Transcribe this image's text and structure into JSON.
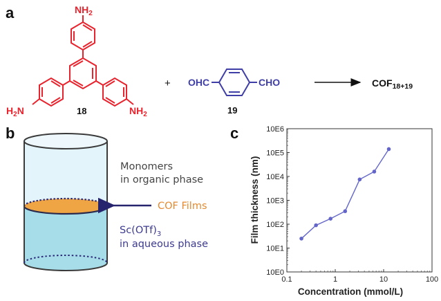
{
  "panel_a": {
    "label": "a",
    "nh2": "NH",
    "h2n": "H",
    "h2n_n": "N",
    "nh2_sub": "2",
    "compound_18": "18",
    "plus": "+",
    "ohc": "OHC",
    "cho": "CHO",
    "compound_19": "19",
    "product": "COF",
    "product_sub": "18+19",
    "amine_color": "#e8232d",
    "aldehyde_color": "#3f3ea6"
  },
  "panel_b": {
    "label": "b",
    "organic_line1": "Monomers",
    "organic_line2": "in organic phase",
    "films": "COF Films",
    "aqueous_cat": "Sc(OTf)",
    "aqueous_cat_sub": "3",
    "aqueous_line2": "in aqueous phase",
    "organic_color": "#e4f4fb",
    "aqueous_color": "#a7dde9",
    "film_color": "#f0a544"
  },
  "panel_c": {
    "label": "c"
  },
  "chart_data": {
    "type": "line",
    "xlabel": "Concentration (mmol/L)",
    "ylabel": "Film thickness (nm)",
    "x_scale": "log",
    "y_scale": "log",
    "xlim": [
      0.1,
      100
    ],
    "ylim": [
      1,
      1000000
    ],
    "x_ticks": [
      "0.1",
      "1",
      "10",
      "100"
    ],
    "y_ticks": [
      "10E0",
      "10E1",
      "10E2",
      "10E3",
      "10E4",
      "10E5",
      "10E6"
    ],
    "x": [
      0.2,
      0.4,
      0.8,
      1.6,
      3.2,
      6.4,
      12.8
    ],
    "y": [
      25,
      90,
      170,
      350,
      7500,
      16000,
      140000
    ],
    "grid": false,
    "line_color": "#6366c8"
  }
}
